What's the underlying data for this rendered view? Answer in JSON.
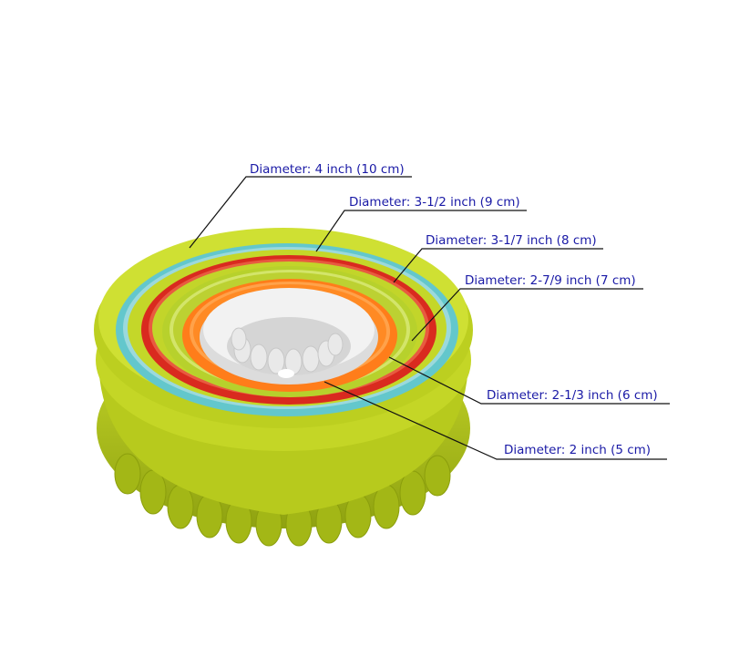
{
  "colors": {
    "label_text": "#1a1aa6",
    "leader_line": "#111111",
    "ring_4in": "#b9cc1e",
    "ring_3_5in": "#63c7cc",
    "ring_3_1_7in": "#d92a1f",
    "ring_2_7_9in": "#b7d12c",
    "ring_2_1_3in": "#ff7d1a",
    "ring_2in": "#ececec"
  },
  "callouts": [
    {
      "id": "d4",
      "text": "Diameter:  4 inch (10 cm)"
    },
    {
      "id": "d3_5",
      "text": "Diameter:  3-1/2 inch (9 cm)"
    },
    {
      "id": "d3_1_7",
      "text": "Diameter:  3-1/7 inch (8 cm)"
    },
    {
      "id": "d2_7_9",
      "text": "Diameter:  2-7/9 inch (7 cm)"
    },
    {
      "id": "d2_1_3",
      "text": "Diameter:  2-1/3 inch (6 cm)"
    },
    {
      "id": "d2",
      "text": "Diameter:  2 inch (5 cm)"
    }
  ]
}
